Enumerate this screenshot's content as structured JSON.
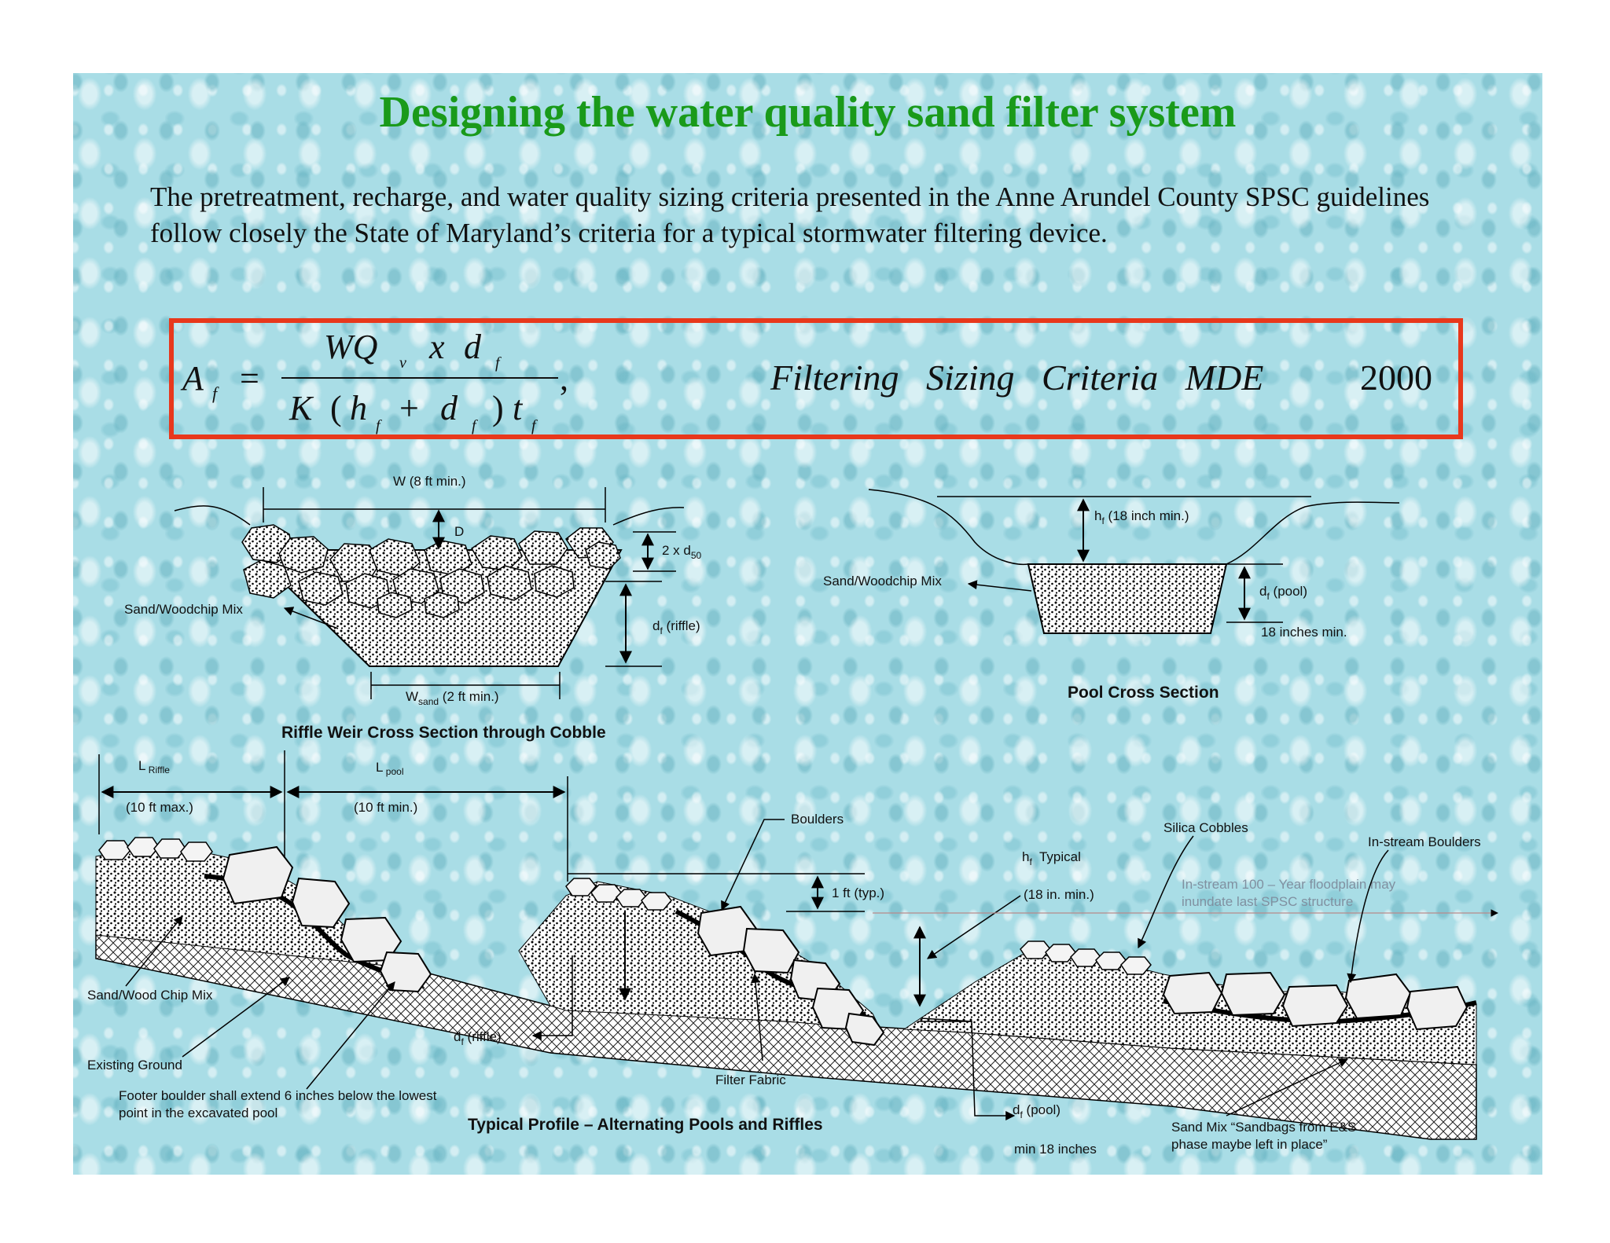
{
  "title": "Designing the water quality sand filter system",
  "intro": "The pretreatment, recharge, and water quality sizing criteria presented in the Anne Arundel County SPSC guidelines follow closely the State of Maryland’s criteria for a typical stormwater filtering device.",
  "formula": {
    "lhs_symbol": "A",
    "lhs_sub": "f",
    "equals": "=",
    "num_main": "WQ",
    "num_sub_v": "v",
    "num_x": "x",
    "num_d": "d",
    "num_sub_f": "f",
    "den_K": "K",
    "den_open": "(",
    "den_h": "h",
    "den_h_sub": "f",
    "den_plus": "+",
    "den_d": "d",
    "den_d_sub": "f",
    "den_close": ")",
    "den_t": "t",
    "den_t_sub": "f",
    "comma": ",",
    "caption_italic": "Filtering   Sizing   Criteria   MDE",
    "caption_year": "2000"
  },
  "colors": {
    "title_green": "#1a9a1a",
    "formula_border": "#e8381c",
    "background_water": "#a9dde6"
  },
  "riffle": {
    "w_label": "W (8 ft min.)",
    "d_label": "D",
    "two_x": "2 x d",
    "two_x_sub": "50",
    "mix_label": "Sand/Woodchip Mix",
    "df_main": "d",
    "df_sub": "f",
    "df_rest": " (riffle)",
    "wsand_main": "W",
    "wsand_sub": "sand",
    "wsand_rest": " (2 ft min.)",
    "caption": "Riffle Weir Cross Section through Cobble"
  },
  "pool": {
    "hf_main": "h",
    "hf_sub": "f",
    "hf_rest": " (18 inch min.)",
    "mix_label": "Sand/Woodchip Mix",
    "df_main": "d",
    "df_sub": "f",
    "df_rest": " (pool)",
    "min_label": "18 inches min.",
    "caption": "Pool Cross Section"
  },
  "profile": {
    "l_riffle_main": "L",
    "l_riffle_sub": " Riffle",
    "l_riffle_val": "(10 ft max.)",
    "l_pool_main": "L",
    "l_pool_sub": " pool",
    "l_pool_val": "(10 ft min.)",
    "boulders": "Boulders",
    "one_ft": "1 ft (typ.)",
    "hf_main": "h",
    "hf_sub": "f",
    "hf_rest": "  Typical",
    "hf_min": "(18 in. min.)",
    "silica": "Silica Cobbles",
    "instream_boulders": "In-stream Boulders",
    "floodplain_line1": "In-stream 100 – Year floodplain may",
    "floodplain_line2": "inundate last SPSC structure",
    "sandwood": "Sand/Wood Chip Mix",
    "existing": "Existing Ground",
    "footer_line1": "Footer boulder shall extend 6 inches below the lowest",
    "footer_line2": "point in the excavated pool",
    "df_riffle_main": "d",
    "df_riffle_sub": "f",
    "df_riffle_rest": " (riffle)",
    "fabric": "Filter Fabric",
    "df_pool_main": "d",
    "df_pool_sub": "f",
    "df_pool_rest": " (pool)",
    "min18": "min 18 inches",
    "sandmix_line1": "Sand Mix “Sandbags from E&S",
    "sandmix_line2": "phase maybe left in place”",
    "caption": "Typical Profile – Alternating Pools and Riffles"
  }
}
